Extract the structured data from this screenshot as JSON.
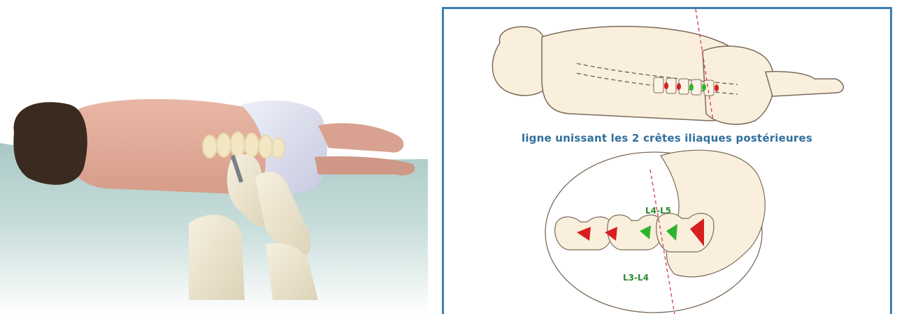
{
  "photo": {
    "subject": "patient-lateral-decubitus-lumbar-puncture"
  },
  "diagram": {
    "caption": "ligne unissant les 2 crêtes iliaques postérieures",
    "labels": {
      "upper_level": "L4-L5",
      "lower_level": "L3-L4"
    },
    "colors": {
      "frame": "#3a7fb6",
      "caption": "#2f6f9c",
      "label": "#2e8b2e",
      "target_green": "#2bb52b",
      "spinous_red": "#d81f1f",
      "skin": "#faefdc",
      "reference_line": "#d64550"
    }
  }
}
